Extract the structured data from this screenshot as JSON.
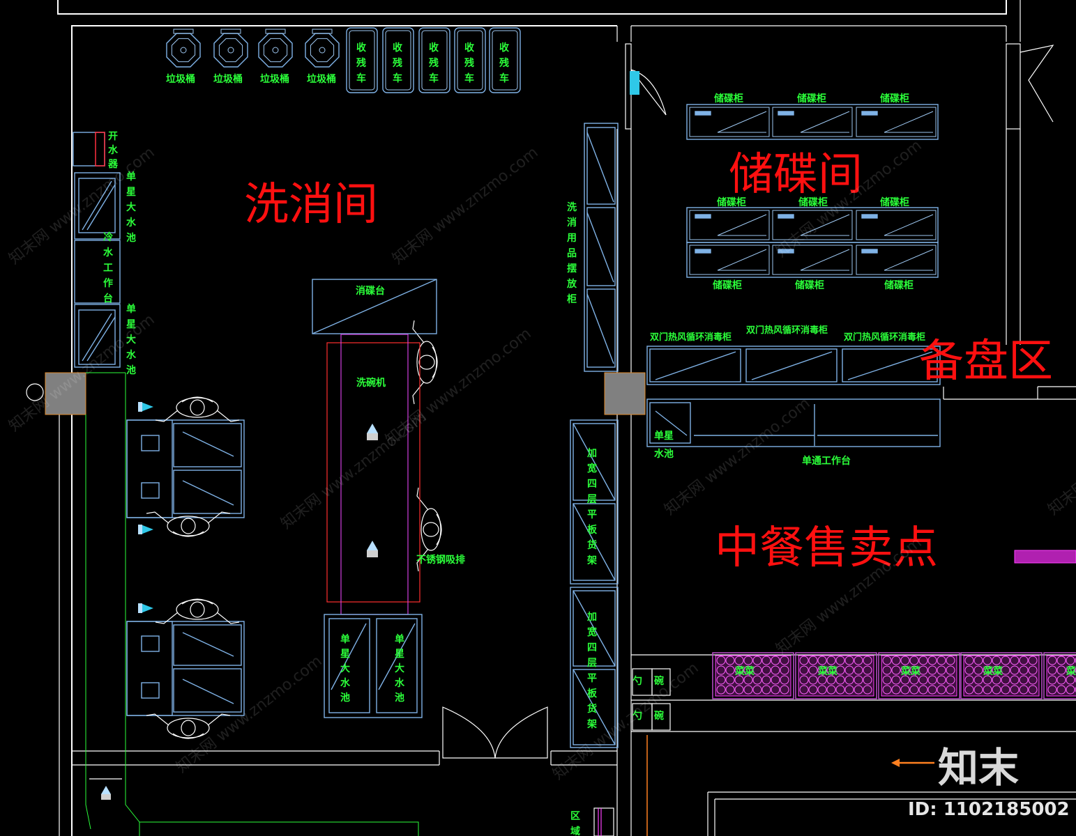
{
  "rooms": {
    "dishwashing": "洗消间",
    "dish_storage": "储碟间",
    "prep_area": "备盘区",
    "chinese_food": "中餐售卖点"
  },
  "labels": {
    "trash_bin": "垃圾桶",
    "cart": "收残车",
    "water_heater": "开水器",
    "single_sink": "单星大水池",
    "worktable": "冷水工作台",
    "dish_cabinet": "储碟柜",
    "cleaning_supplies": "洗消用品摆放柜",
    "dish_table": "消碟台",
    "dishwasher": "洗碗机",
    "steel_rack": "不锈钢吸排",
    "disinfect_cabinet": "双门热风循环消毒柜",
    "single_sink_small": "单星水池",
    "single_worktable": "单通工作台",
    "shelf_4": "加宽四层平板货架",
    "spoon": "勺",
    "bowl": "碗",
    "food": "菜菜",
    "zone": "区域"
  },
  "watermark": {
    "site": "知末网 www.znzmo.com",
    "brand": "知末",
    "id": "ID: 1102185002"
  },
  "colors": {
    "background": "#000000",
    "wall": "#ffffff",
    "furniture": "#7fb2e6",
    "label": "#2bff3a",
    "room_label": "#ff1010",
    "accent": "#ff30ff"
  }
}
